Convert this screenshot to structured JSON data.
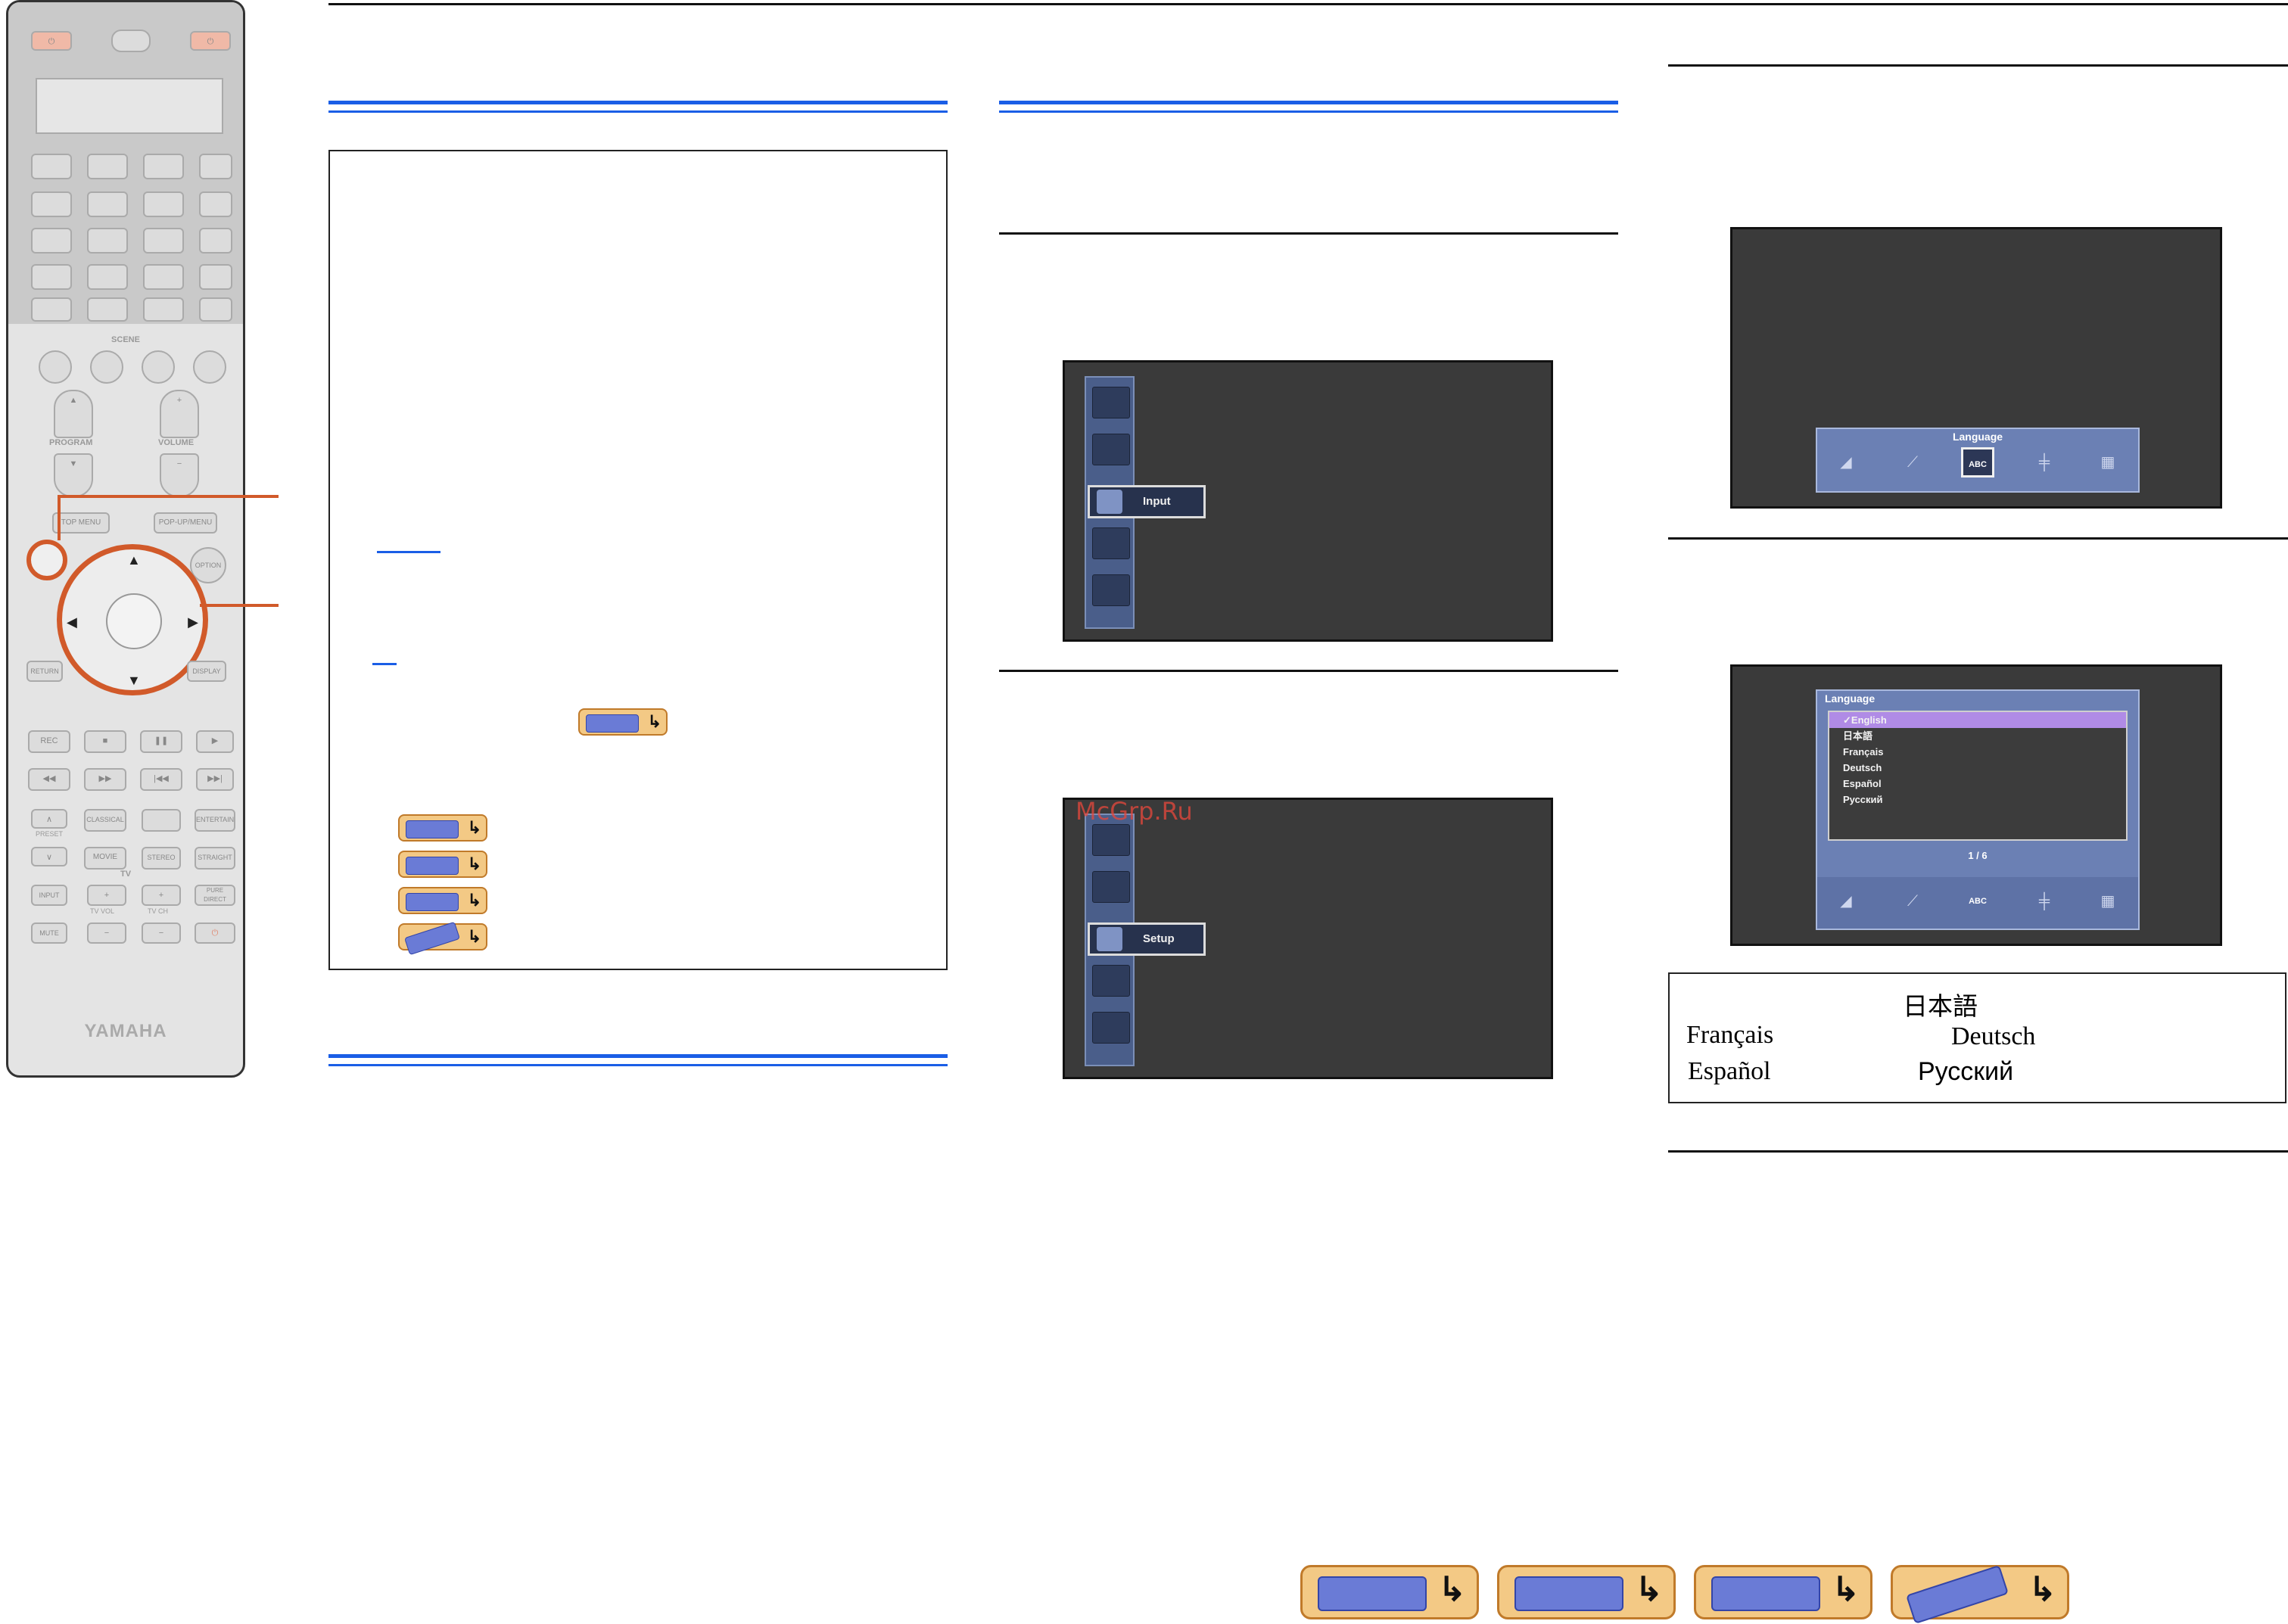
{
  "remote": {
    "scene_label": "SCENE",
    "program_label": "PROGRAM",
    "volume_label": "VOLUME",
    "top_menu": "TOP MENU",
    "popup_menu": "POP-UP/MENU",
    "option": "OPTION",
    "return": "RETURN",
    "display": "DISPLAY",
    "rec": "REC",
    "classical": "CLASSICAL",
    "entertain": "ENTERTAIN",
    "preset": "PRESET",
    "movie": "MOVIE",
    "stereo": "STEREO",
    "straight": "STRAIGHT",
    "tv": "TV",
    "input": "INPUT",
    "tv_vol": "TV VOL",
    "tv_ch": "TV CH",
    "pure_direct": "PURE DIRECT",
    "mute": "MUTE",
    "brand": "YAMAHA"
  },
  "screen_input": {
    "selected_label": "Input"
  },
  "screen_setup": {
    "selected_label": "Setup"
  },
  "screen_language_bar": {
    "title": "Language",
    "icon_text": "ABC"
  },
  "screen_language_list": {
    "title": "Language",
    "items": [
      "English",
      "日本語",
      "Français",
      "Deutsch",
      "Español",
      "Русский"
    ],
    "selected_index": 0,
    "page": "1 / 6",
    "icon_text": "ABC"
  },
  "language_table": {
    "row1": [
      "日本語"
    ],
    "row2": [
      "Français",
      "Deutsch"
    ],
    "row3": [
      "Español",
      "Русский"
    ]
  },
  "watermark": "McGrp.Ru",
  "colors": {
    "accent_blue": "#1a5ee6",
    "remote_highlight": "#d15a2a",
    "nav_button": "#f3c985"
  }
}
